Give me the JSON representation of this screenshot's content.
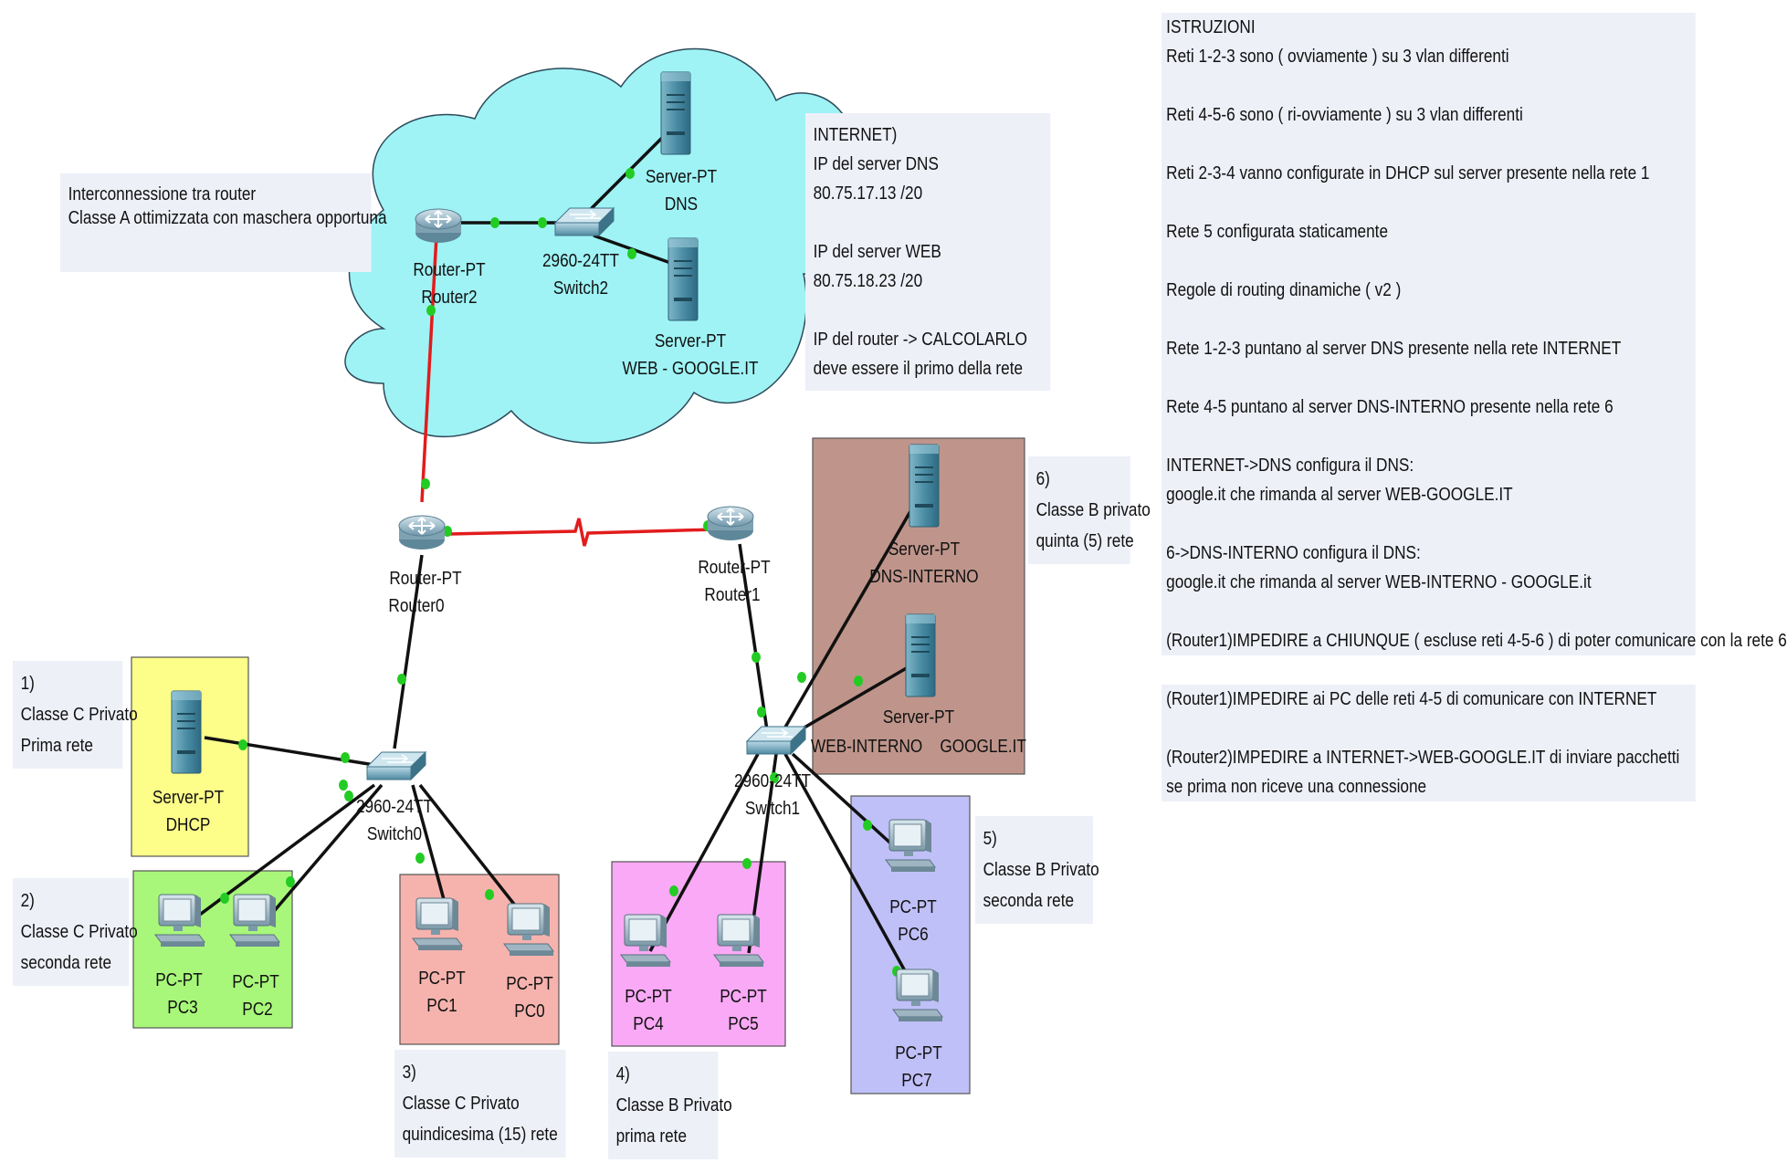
{
  "devices": {
    "router0": {
      "type": "Router-PT",
      "name": "Router0"
    },
    "router1": {
      "type": "Router-PT",
      "name": "Router1"
    },
    "router2": {
      "type": "Router-PT",
      "name": "Router2"
    },
    "switch0": {
      "type": "2960-24TT",
      "name": "Switch0"
    },
    "switch1": {
      "type": "2960-24TT",
      "name": "Switch1"
    },
    "switch2": {
      "type": "2960-24TT",
      "name": "Switch2"
    },
    "server_dns": {
      "type": "Server-PT",
      "name": "DNS"
    },
    "server_web": {
      "type": "Server-PT",
      "name": "WEB - GOOGLE.IT"
    },
    "server_dhcp": {
      "type": "Server-PT",
      "name": "DHCP"
    },
    "server_dns_interno": {
      "type": "Server-PT",
      "name": "DNS-INTERNO"
    },
    "server_web_interno": {
      "type": "Server-PT",
      "name": "WEB-INTERNO    GOOGLE.IT"
    },
    "pc0": {
      "type": "PC-PT",
      "name": "PC0"
    },
    "pc1": {
      "type": "PC-PT",
      "name": "PC1"
    },
    "pc2": {
      "type": "PC-PT",
      "name": "PC2"
    },
    "pc3": {
      "type": "PC-PT",
      "name": "PC3"
    },
    "pc4": {
      "type": "PC-PT",
      "name": "PC4"
    },
    "pc5": {
      "type": "PC-PT",
      "name": "PC5"
    },
    "pc6": {
      "type": "PC-PT",
      "name": "PC6"
    },
    "pc7": {
      "type": "PC-PT",
      "name": "PC7"
    }
  },
  "notes": {
    "interconnessione": [
      "Interconnessione tra router",
      "Classe A ottimizzata con maschera opportuna"
    ],
    "internet": [
      "INTERNET)",
      "IP del server DNS",
      "80.75.17.13 /20",
      "",
      "IP del server WEB",
      "80.75.18.23 /20",
      "",
      "IP del router -> CALCOLARLO",
      "deve essere il primo della rete"
    ],
    "rete1": [
      "1)",
      "Classe C Privato",
      "Prima rete"
    ],
    "rete2": [
      "2)",
      "Classe C Privato",
      "seconda rete"
    ],
    "rete3": [
      "3)",
      "Classe C Privato",
      "quindicesima (15) rete"
    ],
    "rete4": [
      "4)",
      "Classe B Privato",
      "prima rete"
    ],
    "rete5": [
      "5)",
      "Classe B Privato",
      "seconda rete"
    ],
    "rete6": [
      "6)",
      "Classe B privato",
      "quinta (5) rete"
    ]
  },
  "instructions": {
    "title": "ISTRUZIONI",
    "lines": [
      "Reti 1-2-3 sono ( ovviamente ) su 3 vlan differenti",
      "Reti 4-5-6 sono ( ri-ovviamente ) su 3 vlan differenti",
      "Reti 2-3-4 vanno configurate in DHCP sul server presente nella rete 1",
      "Rete 5 configurata staticamente",
      "Regole di routing dinamiche ( v2 )",
      "Rete 1-2-3 puntano al server DNS presente nella rete INTERNET",
      "Rete 4-5 puntano al server DNS-INTERNO presente nella rete 6",
      "INTERNET->DNS configura il DNS:",
      "google.it che rimanda al server WEB-GOOGLE.IT",
      "6->DNS-INTERNO configura il DNS:",
      "google.it che rimanda al server WEB-INTERNO - GOOGLE.it",
      "(Router1)IMPEDIRE a CHIUNQUE ( escluse reti 4-5-6 ) di poter comunicare con la rete 6",
      "(Router1)IMPEDIRE ai PC delle reti 4-5 di comunicare con INTERNET",
      "(Router2)IMPEDIRE a INTERNET->WEB-GOOGLE.IT di inviare pacchetti",
      "se prima non riceve una connessione"
    ]
  },
  "colors": {
    "cloud": "#9ff3f5",
    "zone_rete1": "#fdfd8a",
    "zone_rete2": "#a8f77a",
    "zone_rete3": "#f6b3ad",
    "zone_rete4": "#f9a9f5",
    "zone_rete5": "#c0c0f8",
    "zone_rete6": "#bf958b",
    "link": "#111111",
    "serial_link": "#e21c1c",
    "link_light": "#22cc22",
    "note_bg": "#eef0f8"
  }
}
